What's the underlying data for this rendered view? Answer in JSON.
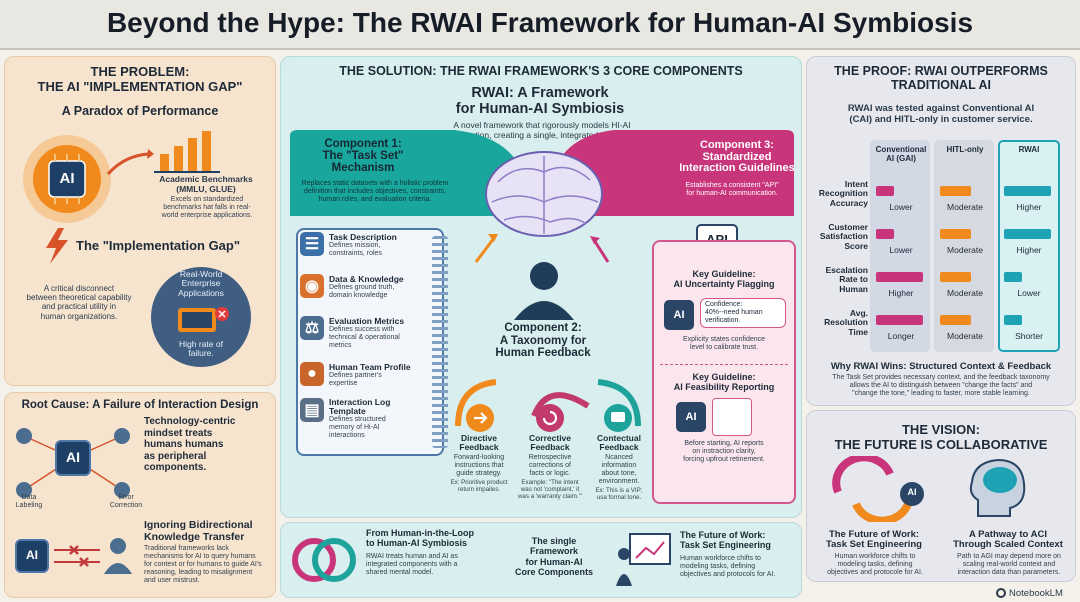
{
  "title": "Beyond the Hype: The RWAI Framework for Human-AI Symbiosis",
  "problem": {
    "heading": "THE PROBLEM:\nTHE AI \"IMPLEMENTATION GAP\"",
    "paradox": "A Paradox of Performance",
    "bench_title": "Academic Benchmarks\n(MMLU, GLUE)",
    "bench_desc": "Excels on standardized\nbenchmarks hat falls in real-\nworld enterprise applications.",
    "ai": "AI",
    "gap_title": "The \"Implementation Gap\"",
    "gap_desc": "A critical disconnect\nbetween theoretical capability\nand practical utility in\nhuman organizations.",
    "realworld": "Real-World\nEnterprise\nApplications",
    "failure": "High rate of\nfailure.",
    "root_title": "Root Cause: A Failure of Interaction Design",
    "tech_text": "Technology-centric\nmindset treats\nhumans humans\nas peripheral\ncomponents.",
    "data_labeling": "Data\nLabeling",
    "error_correction": "Error\nCorrection",
    "ign_title": "Ignoring Bidirectional\nKnowledge Transfer",
    "ign_desc": "Traditional frameworks lack\nmechanisms for AI to query humans\nfor context or for humans to guide AI's\nreasoning, leading to misalignment\nand user mistrust."
  },
  "solution": {
    "heading": "THE SOLUTION: THE RWAI FRAMEWORK'S 3 CORE COMPONENTS",
    "rwai_title": "RWAI: A Framework\nfor Human-AI Symbiosis",
    "rwai_desc": "A novel framework that rigorously models HI-AI\ninteraction, creating a single, integrated cognitive",
    "c1_title": "Component 1:\nThe \"Task Set\"\nMechanism",
    "c1_desc": "Replaces static datasets with a holistic problem\ndefinition that includes objectives, constraints,\nhuman roles, and evaluation criteria.",
    "c3_title": "Component 3:\nStandardized\nInteraction Guidelines",
    "c3_desc": "Establishes a consistent \"API\"\nfor human-AI communication.",
    "items": [
      {
        "t": "Task Description",
        "d": "Defines mission,\nconstraints, roles",
        "c": "#3b6fa8"
      },
      {
        "t": "Data & Knowledge",
        "d": "Defines ground truth,\ndomain knowledge",
        "c": "#d9702e"
      },
      {
        "t": "Evaluation Metrics",
        "d": "Defines success with\ntechnical & operational\nmetrics",
        "c": "#4b6d8f"
      },
      {
        "t": "Human Team Profile",
        "d": "Defines partner's\nexpertise",
        "c": "#c9642a"
      },
      {
        "t": "Interaction Log\nTemplate",
        "d": "Defines structured\nmemory of Hi-AI\ninteractions",
        "c": "#5a6f86"
      }
    ],
    "c2_title": "Component 2:\nA Taxonomy for\nHuman Feedback",
    "fb": [
      {
        "t": "Directive\nFeedback",
        "d": "Forward-looking\ninstructions that\nguide strategy.",
        "ex": "Ex: Prioritive product\nreturn impailes.",
        "c": "#f08a1c"
      },
      {
        "t": "Corrective\nFeedback",
        "d": "Retrospective\ncorrections of\nfacts or logic.",
        "ex": "Example: \"The intent\nwas not 'complaint,' it\nwas a 'warranty claim.'\"",
        "c": "#c23a6b"
      },
      {
        "t": "Contectual\nFeedback",
        "d": "Ncanced\ninformation\nabout tone,\nenvironment.",
        "ex": "Ex: This is a VIP;\nusa formal tone.",
        "c": "#1ea39a"
      }
    ],
    "api": "API",
    "g1_title": "Key Guideline:\nAI Uncertainty Flagging",
    "g1_bubble": "Confidence:\n40%--need human\nverification.",
    "g1_desc": "Explicity states confidence\nlevel to calibrate trust.",
    "g2_title": "Key Guideline:\nAI Feasibility Reporting",
    "g2_desc": "Before starting, AI reports\non instraction clarity,\nforcing upfrout retinement."
  },
  "proof": {
    "heading": "THE PROOF: RWAI OUTPERFORMS\nTRADITIONAL AI",
    "desc": "RWAI was tested against Conventional AI\n(CAI) and HITL-only in customer service.",
    "cols": [
      "Conventional\nAI (GAI)",
      "HITL-only",
      "RWAI"
    ],
    "col_colors": [
      "#c9357a",
      "#f08a1c",
      "#1ea3b5"
    ],
    "rows": [
      {
        "label": "Intent\nRecognition\nAccuracy",
        "vals": [
          "Lower",
          "Moderate",
          "Higher"
        ],
        "lv": [
          0.35,
          0.6,
          0.9
        ]
      },
      {
        "label": "Customer\nSatisfaction\nScore",
        "vals": [
          "Lower",
          "Moderate",
          "Higher"
        ],
        "lv": [
          0.35,
          0.6,
          0.9
        ]
      },
      {
        "label": "Escalation\nRate to\nHuman",
        "vals": [
          "Higher",
          "Moderate",
          "Lower"
        ],
        "lv": [
          0.9,
          0.6,
          0.35
        ]
      },
      {
        "label": "Avg.\nResolution\nTime",
        "vals": [
          "Longer",
          "Moderate",
          "Shorter"
        ],
        "lv": [
          0.9,
          0.6,
          0.35
        ]
      }
    ],
    "why_title": "Why RWAI Wins: Structured Context & Feedback",
    "why_desc": "The Task Set provides necessary context, and the feedback taxonomy\nallows the AI to distinguish between \"change the facts\" and\n\"change the tone,\" leading to faster, more stable learning."
  },
  "vision": {
    "heading": "THE VISION:\nTHE FUTURE IS COLLABORATIVE",
    "fw_title": "The Future of Work:\nTask Set Engineering",
    "fw_desc": "Human workforce chifts to\nmodeling tasks, defining\nobjectives and protocole for AI.",
    "aci_title": "A Pathway to ACI\nThrough Scaled Context",
    "aci_desc": "Path to AGI may depend more on\nscaling real-world context and\ninteraction data than parameters.",
    "ai": "AI"
  },
  "bottom": {
    "b1_title": "From Human-in-the-Loop\nto Human-AI Symbiosis",
    "b1_desc": "RWAI treats human and AI as\nintegrated components with a\nshared mental model.",
    "b2": "The single\nFramework\nfor Human-AI\nCore Components",
    "b3_title": "The Future of Work:\nTask Set Engineering",
    "b3_desc": "Human workforce chifts to\nmodeling tasks, defining\nobjectives and protocols for AI."
  },
  "brand": "NotebookLM"
}
